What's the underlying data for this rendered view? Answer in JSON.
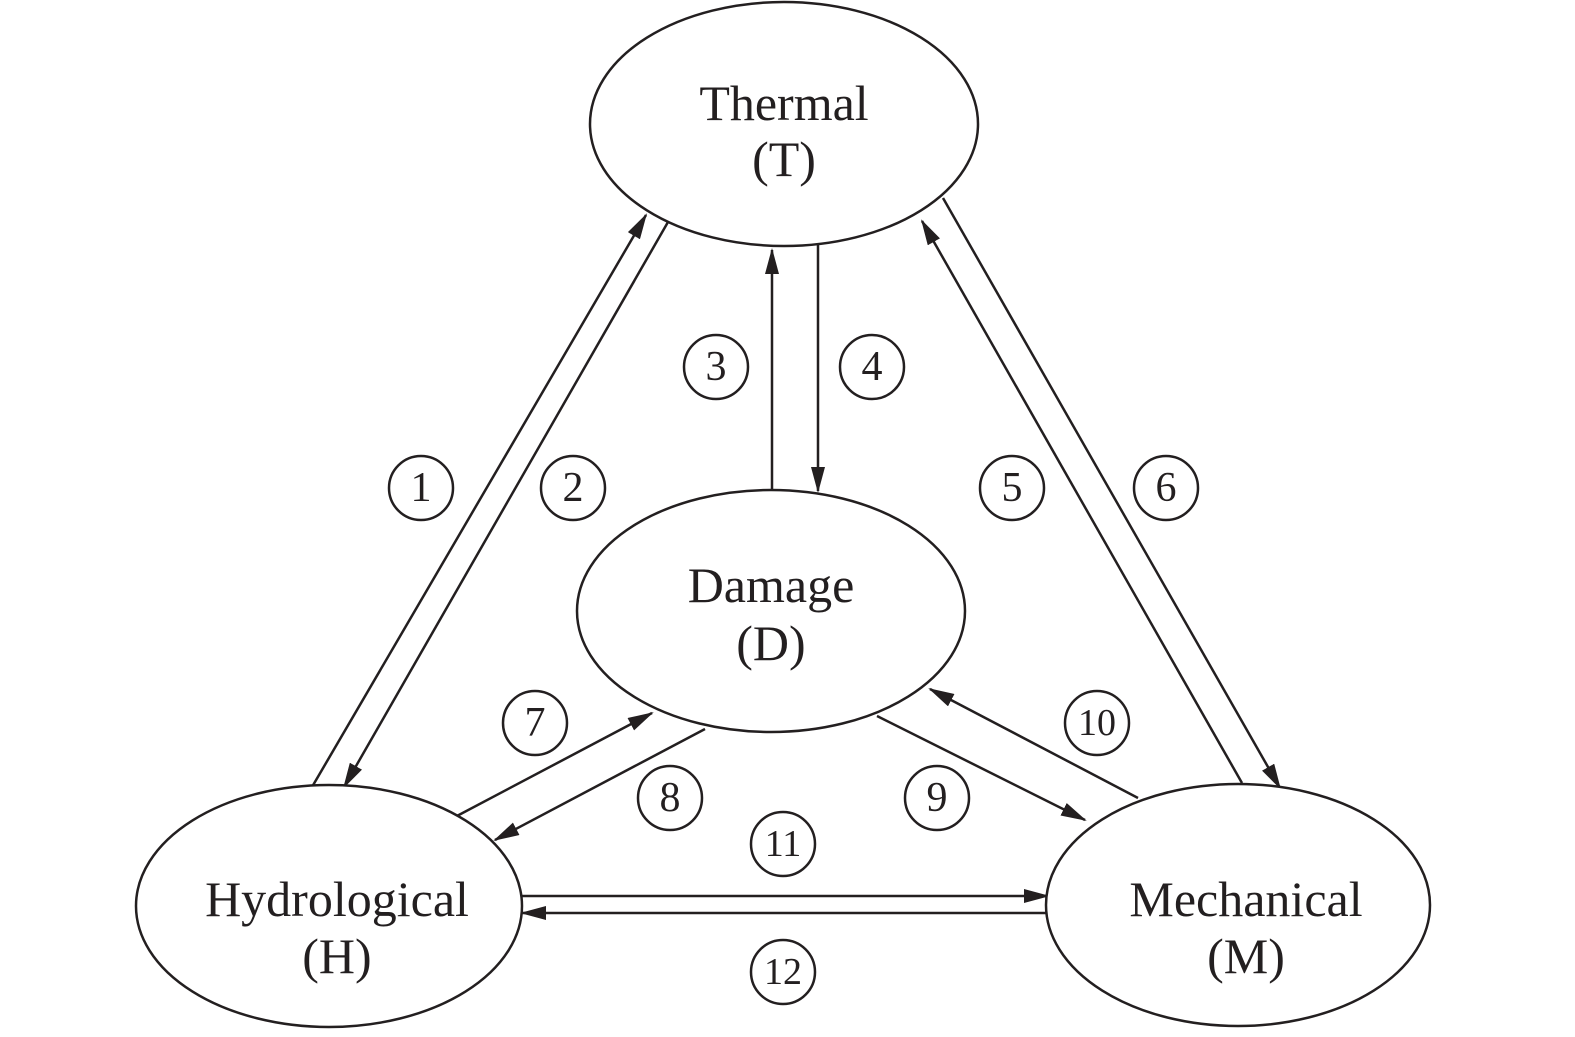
{
  "nodes": {
    "thermal": {
      "name": "Thermal",
      "symbol": "(T)"
    },
    "damage": {
      "name": "Damage",
      "symbol": "(D)"
    },
    "hydrological": {
      "name": "Hydrological",
      "symbol": "(H)"
    },
    "mechanical": {
      "name": "Mechanical",
      "symbol": "(M)"
    }
  },
  "edges": [
    {
      "label": "1",
      "from": "hydrological",
      "to": "thermal"
    },
    {
      "label": "2",
      "from": "thermal",
      "to": "hydrological"
    },
    {
      "label": "3",
      "from": "damage",
      "to": "thermal"
    },
    {
      "label": "4",
      "from": "thermal",
      "to": "damage"
    },
    {
      "label": "5",
      "from": "mechanical",
      "to": "thermal"
    },
    {
      "label": "6",
      "from": "thermal",
      "to": "mechanical"
    },
    {
      "label": "7",
      "from": "hydrological",
      "to": "damage"
    },
    {
      "label": "8",
      "from": "damage",
      "to": "hydrological"
    },
    {
      "label": "9",
      "from": "damage",
      "to": "mechanical"
    },
    {
      "label": "10",
      "from": "mechanical",
      "to": "damage"
    },
    {
      "label": "11",
      "from": "hydrological",
      "to": "mechanical"
    },
    {
      "label": "12",
      "from": "mechanical",
      "to": "hydrological"
    }
  ]
}
